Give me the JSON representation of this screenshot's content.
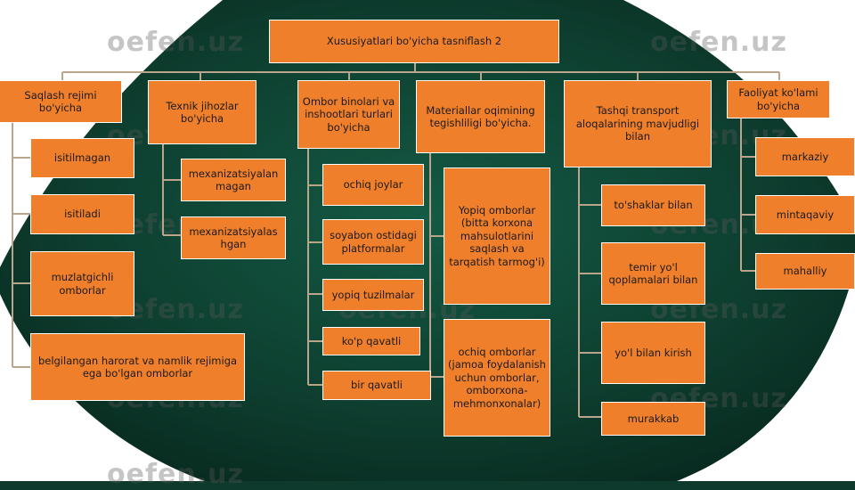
{
  "title": "Xususiyatlari bo'yicha tasniflash 2",
  "watermark": "oefen.uz",
  "colors": {
    "box": "#f07f2c",
    "line": "#b9a58c",
    "background": "#0d3a2c"
  },
  "columns": [
    {
      "header": "Saqlash rejimi bo'yicha",
      "items": [
        "isitilmagan",
        "isitiladi",
        "muzlatgichli omborlar",
        "belgilangan harorat va namlik rejimiga ega bo'lgan omborlar"
      ]
    },
    {
      "header": "Texnik jihozlar bo'yicha",
      "items": [
        "mexanizatsiyalan magan",
        "mexanizatsiyalas hgan"
      ]
    },
    {
      "header": "Ombor binolari va inshootlari turlari bo'yicha",
      "items": [
        "ochiq joylar",
        "soyabon ostidagi platformalar",
        "yopiq tuzilmalar",
        "ko'p qavatli",
        "bir qavatli"
      ]
    },
    {
      "header": "Materiallar oqimining tegishliligi bo'yicha.",
      "items": [
        "Yopiq omborlar (bitta korxona mahsulotlarini saqlash va tarqatish tarmog'i)",
        "ochiq omborlar (jamoa foydalanish uchun omborlar, omborxona-mehmonxonalar)"
      ]
    },
    {
      "header": "Tashqi transport aloqalarining mavjudligi bilan",
      "items": [
        "to'shaklar bilan",
        "temir yo'l qoplamalari bilan",
        "yo'l bilan kirish",
        "murakkab"
      ]
    },
    {
      "header": "Faoliyat ko'lami bo'yicha",
      "items": [
        "markaziy",
        "mintaqaviy",
        "mahalliy"
      ]
    }
  ]
}
